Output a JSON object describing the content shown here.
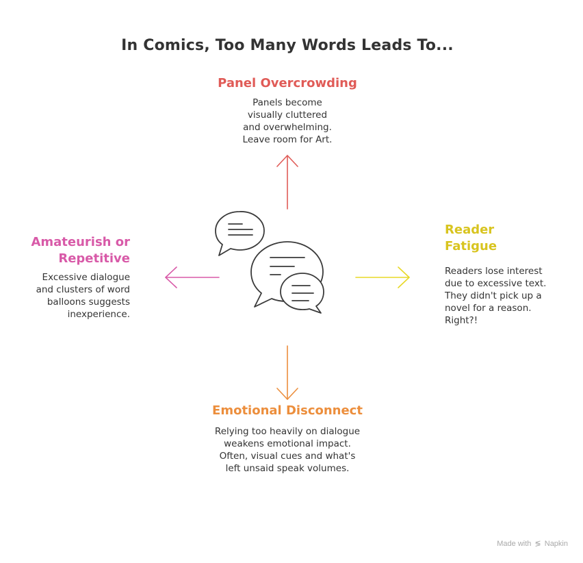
{
  "title": "In Comics, Too Many Words Leads To...",
  "branches": {
    "top": {
      "heading": "Panel Overcrowding",
      "body": "Panels become\nvisually cluttered\nand overwhelming.\nLeave room for Art.",
      "color": "#e05b57"
    },
    "left": {
      "heading": "Amateurish or\nRepetitive",
      "body": "Excessive dialogue\nand clusters of word\nballoons suggests\ninexperience.",
      "color": "#d85aa8"
    },
    "right": {
      "heading": "Reader\nFatigue",
      "body": "Readers lose interest\ndue to excessive text.\nThey didn't pick up a\nnovel for a reason.\nRight?!",
      "color": "#d8c41f"
    },
    "bottom": {
      "heading": "Emotional Disconnect",
      "body": "Relying too heavily on dialogue\nweakens emotional impact.\nOften, visual cues and what's\nleft unsaid speak volumes.",
      "color": "#ec8e3c"
    }
  },
  "center_icon": "speech-bubbles-icon",
  "footer": {
    "prefix": "Made with",
    "brand": "Napkin"
  }
}
